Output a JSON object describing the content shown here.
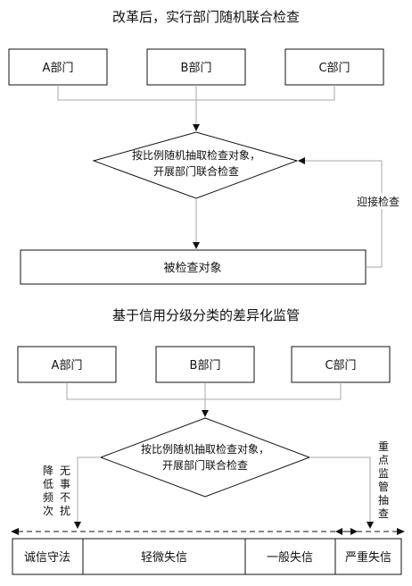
{
  "top": {
    "title": "改革后，实行部门随机联合检查",
    "dept_a": "A部门",
    "dept_b": "B部门",
    "dept_c": "C部门",
    "diamond_line1": "按比例随机抽取检查对象，",
    "diamond_line2": "开展部门联合检查",
    "target": "被检查对象",
    "feedback": "迎接检查"
  },
  "bottom": {
    "title": "基于信用分级分类的差异化监管",
    "dept_a": "A部门",
    "dept_b": "B部门",
    "dept_c": "C部门",
    "diamond_line1": "按比例随机抽取检查对象，",
    "diamond_line2": "开展部门联合检查",
    "left_label_1": "降低频次",
    "left_label_2": "无事不扰",
    "right_label": "重点监管抽查",
    "categories": [
      "诚信守法",
      "轻微失信",
      "一般失信",
      "严重失信"
    ]
  }
}
